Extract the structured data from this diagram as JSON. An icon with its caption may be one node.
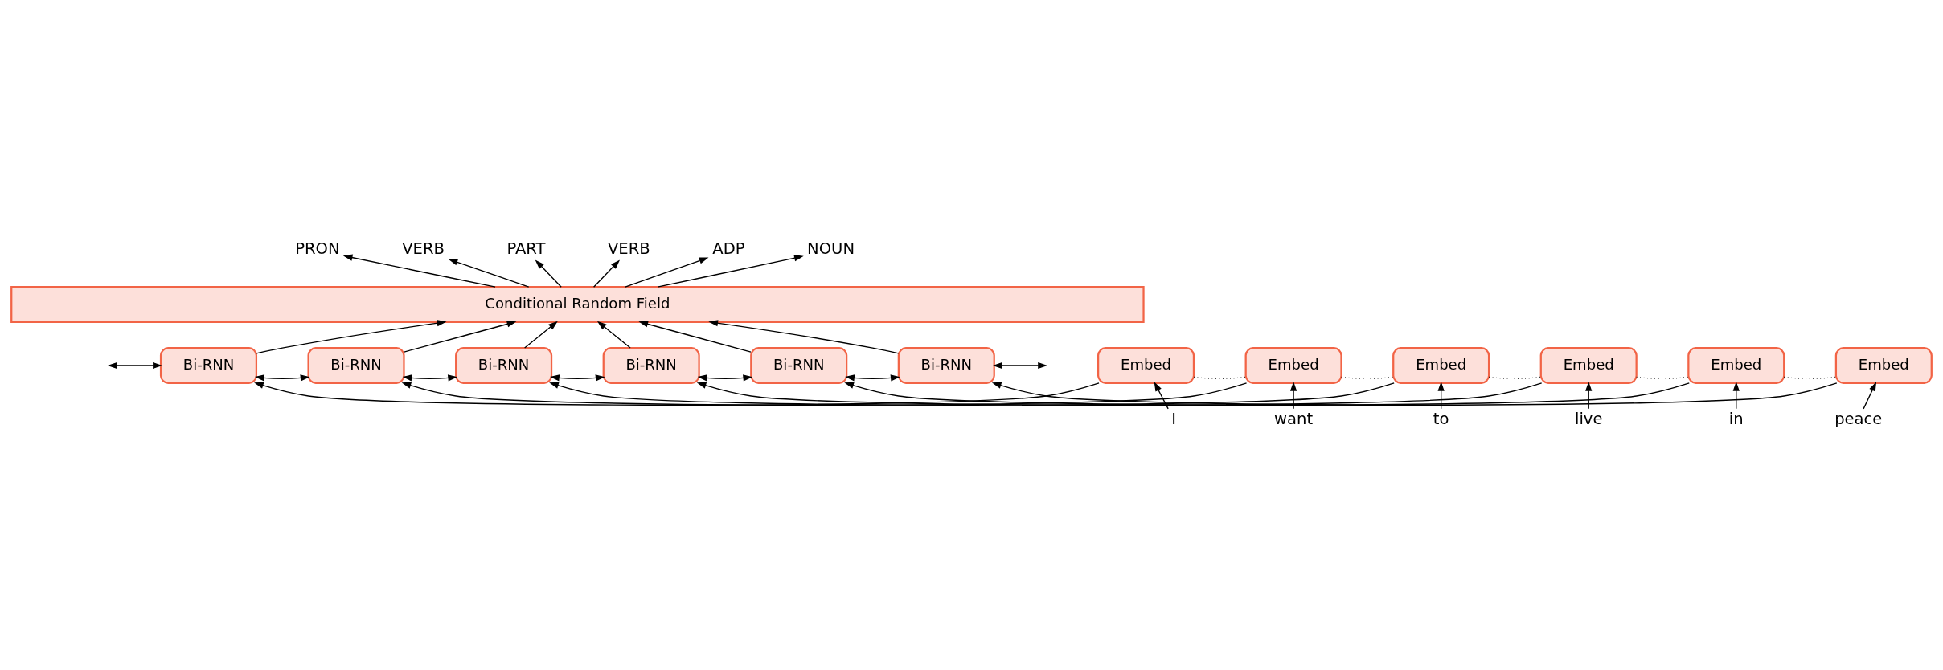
{
  "diagram": {
    "nodes": [
      {
        "text": [
          "PRON"
        ]
      },
      {
        "text": [
          "VERB"
        ]
      },
      {
        "text": [
          "PART"
        ]
      },
      {
        "text": [
          "VERB"
        ]
      },
      {
        "text": [
          "ADP"
        ]
      },
      {
        "text": [
          "NOUN"
        ]
      },
      {
        "text": [
          "Conditional Random Field"
        ]
      },
      {
        "text": [
          "Bi-RNN"
        ]
      },
      {
        "text": [
          "Bi-RNN"
        ]
      },
      {
        "text": [
          "Bi-RNN"
        ]
      },
      {
        "text": [
          "Bi-RNN"
        ]
      },
      {
        "text": [
          "Bi-RNN"
        ]
      },
      {
        "text": [
          "Bi-RNN"
        ]
      },
      {
        "text": [
          "Embed"
        ]
      },
      {
        "text": [
          "Embed"
        ]
      },
      {
        "text": [
          "Embed"
        ]
      },
      {
        "text": [
          "Embed"
        ]
      },
      {
        "text": [
          "Embed"
        ]
      },
      {
        "text": [
          "Embed"
        ]
      },
      {
        "text": [
          "I"
        ]
      },
      {
        "text": [
          "want"
        ]
      },
      {
        "text": [
          "to"
        ]
      },
      {
        "text": [
          "live"
        ]
      },
      {
        "text": [
          "in"
        ]
      },
      {
        "text": [
          "peace"
        ]
      }
    ],
    "edges": [
      {
        "from": 19,
        "to": 13,
        "arrow": "to"
      },
      {
        "from": 20,
        "to": 14,
        "arrow": "to"
      },
      {
        "from": 21,
        "to": 15,
        "arrow": "to"
      },
      {
        "from": 22,
        "to": 16,
        "arrow": "to"
      },
      {
        "from": 23,
        "to": 17,
        "arrow": "to"
      },
      {
        "from": 24,
        "to": 18,
        "arrow": "to"
      },
      {
        "from": 13,
        "to": 14,
        "arrow": "none",
        "style": "dashed"
      },
      {
        "from": 14,
        "to": 15,
        "arrow": "none",
        "style": "dashed"
      },
      {
        "from": 15,
        "to": 16,
        "arrow": "none",
        "style": "dashed"
      },
      {
        "from": 16,
        "to": 17,
        "arrow": "none",
        "style": "dashed"
      },
      {
        "from": 17,
        "to": 18,
        "arrow": "none",
        "style": "dashed"
      },
      {
        "from": 13,
        "to": 7,
        "arrow": "to"
      },
      {
        "from": 14,
        "to": 8,
        "arrow": "to"
      },
      {
        "from": 15,
        "to": 9,
        "arrow": "to"
      },
      {
        "from": 16,
        "to": 10,
        "arrow": "to"
      },
      {
        "from": 17,
        "to": 11,
        "arrow": "to"
      },
      {
        "from": 18,
        "to": 12,
        "arrow": "to"
      },
      {
        "from": null,
        "to": 7,
        "arrow": "both"
      },
      {
        "from": 7,
        "to": 8,
        "arrow": "both"
      },
      {
        "from": 8,
        "to": 9,
        "arrow": "both"
      },
      {
        "from": 9,
        "to": 10,
        "arrow": "both"
      },
      {
        "from": 10,
        "to": 11,
        "arrow": "both"
      },
      {
        "from": 11,
        "to": 12,
        "arrow": "both"
      },
      {
        "from": 12,
        "to": null,
        "arrow": "both"
      },
      {
        "from": 7,
        "to": 6,
        "arrow": "to"
      },
      {
        "from": 8,
        "to": 6,
        "arrow": "to"
      },
      {
        "from": 9,
        "to": 6,
        "arrow": "to"
      },
      {
        "from": 10,
        "to": 6,
        "arrow": "to"
      },
      {
        "from": 11,
        "to": 6,
        "arrow": "to"
      },
      {
        "from": 12,
        "to": 6,
        "arrow": "to"
      },
      {
        "from": 6,
        "to": 0,
        "arrow": "to"
      },
      {
        "from": 6,
        "to": 1,
        "arrow": "to"
      },
      {
        "from": 6,
        "to": 2,
        "arrow": "to"
      },
      {
        "from": 6,
        "to": 3,
        "arrow": "to"
      },
      {
        "from": 6,
        "to": 4,
        "arrow": "to"
      },
      {
        "from": 6,
        "to": 5,
        "arrow": "to"
      }
    ]
  }
}
